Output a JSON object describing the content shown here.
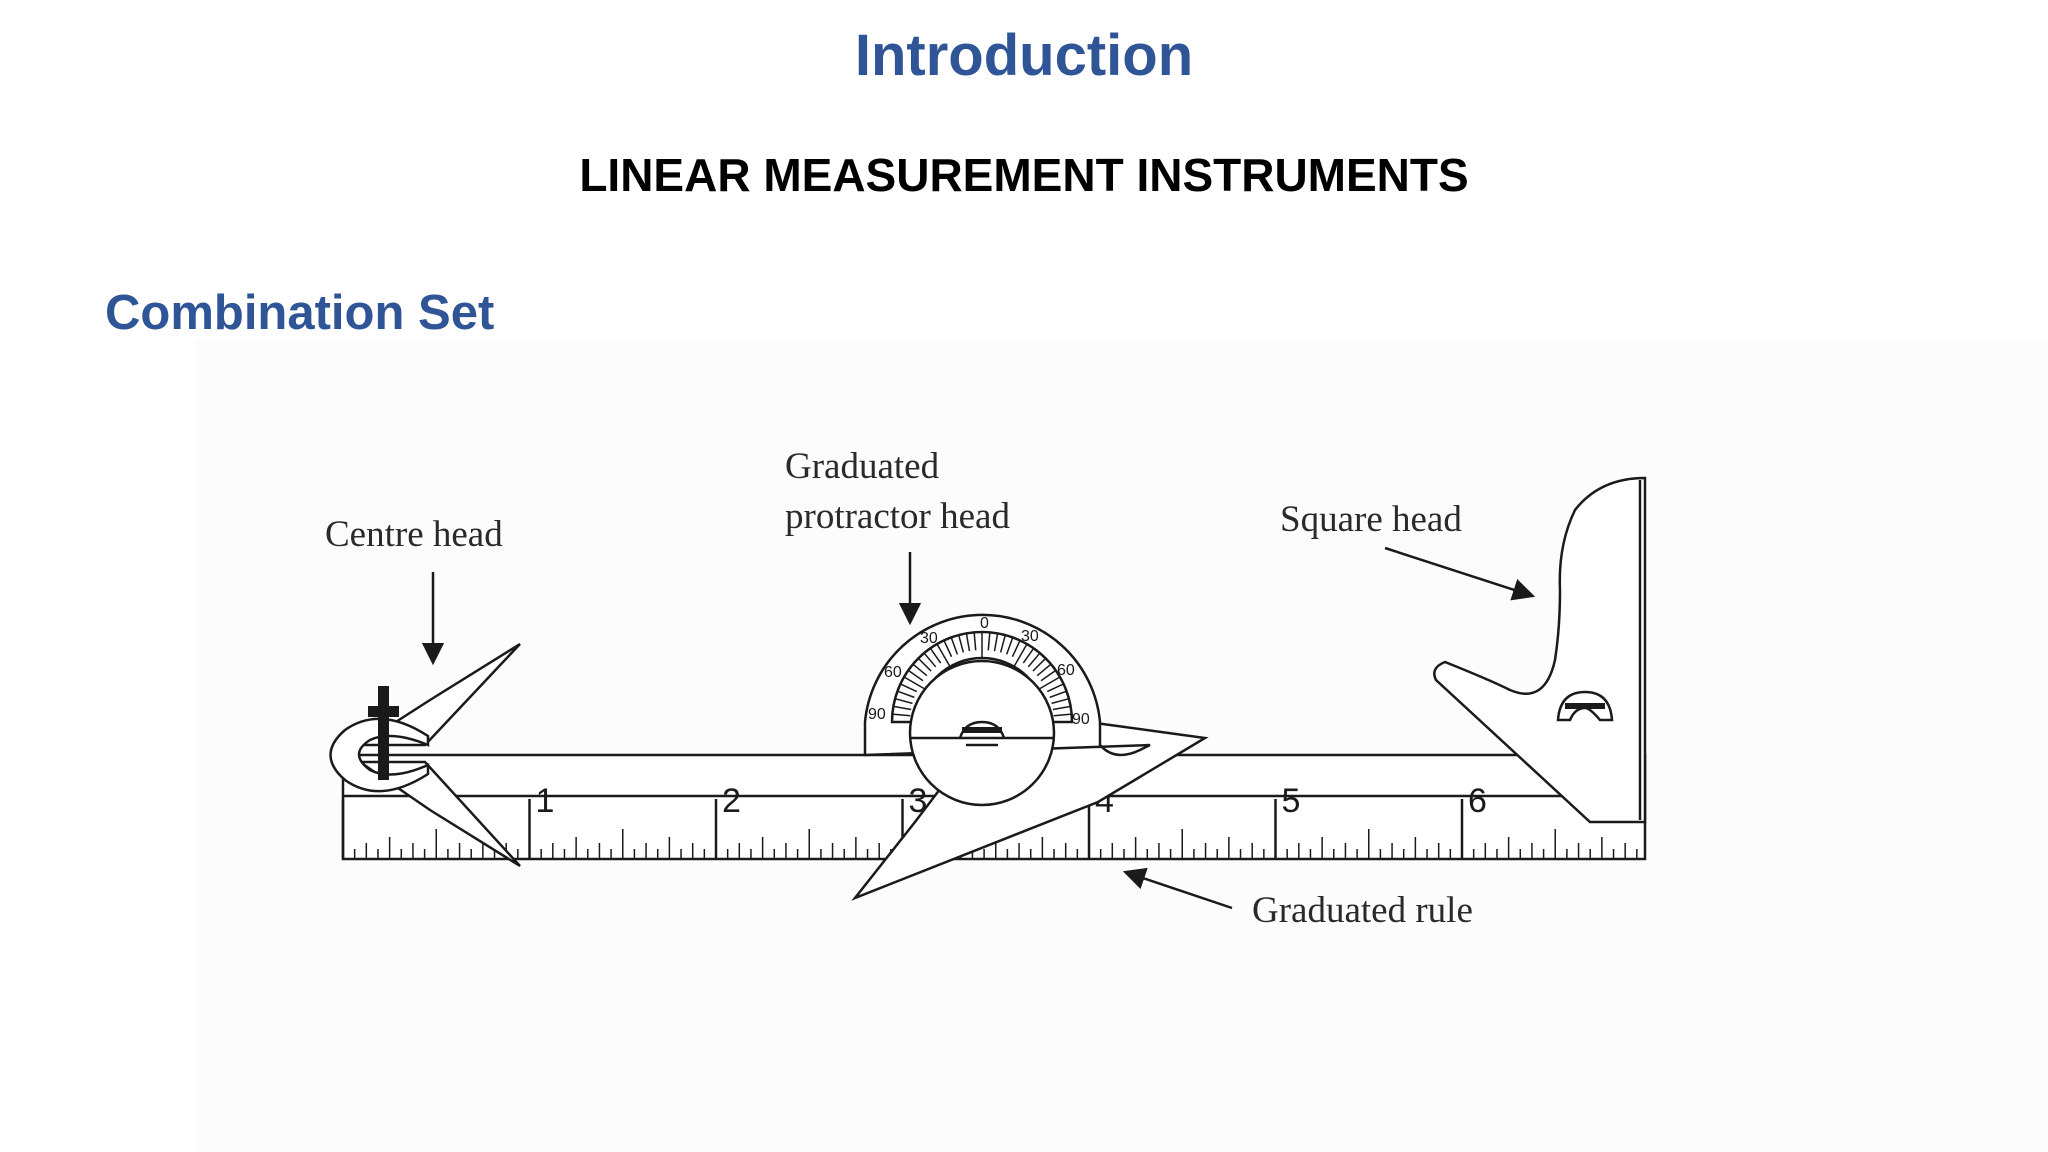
{
  "slide": {
    "title": "Introduction",
    "subtitle": "LINEAR MEASUREMENT INSTRUMENTS",
    "section_heading": "Combination Set"
  },
  "diagram": {
    "labels": {
      "centre_head": "Centre head",
      "protractor_head_line1": "Graduated",
      "protractor_head_line2": "protractor head",
      "square_head": "Square head",
      "graduated_rule": "Graduated rule"
    },
    "rule_numbers": [
      "1",
      "2",
      "3",
      "4",
      "5",
      "6"
    ],
    "protractor_numbers": [
      "0",
      "30",
      "30",
      "60",
      "60",
      "90",
      "90"
    ]
  }
}
